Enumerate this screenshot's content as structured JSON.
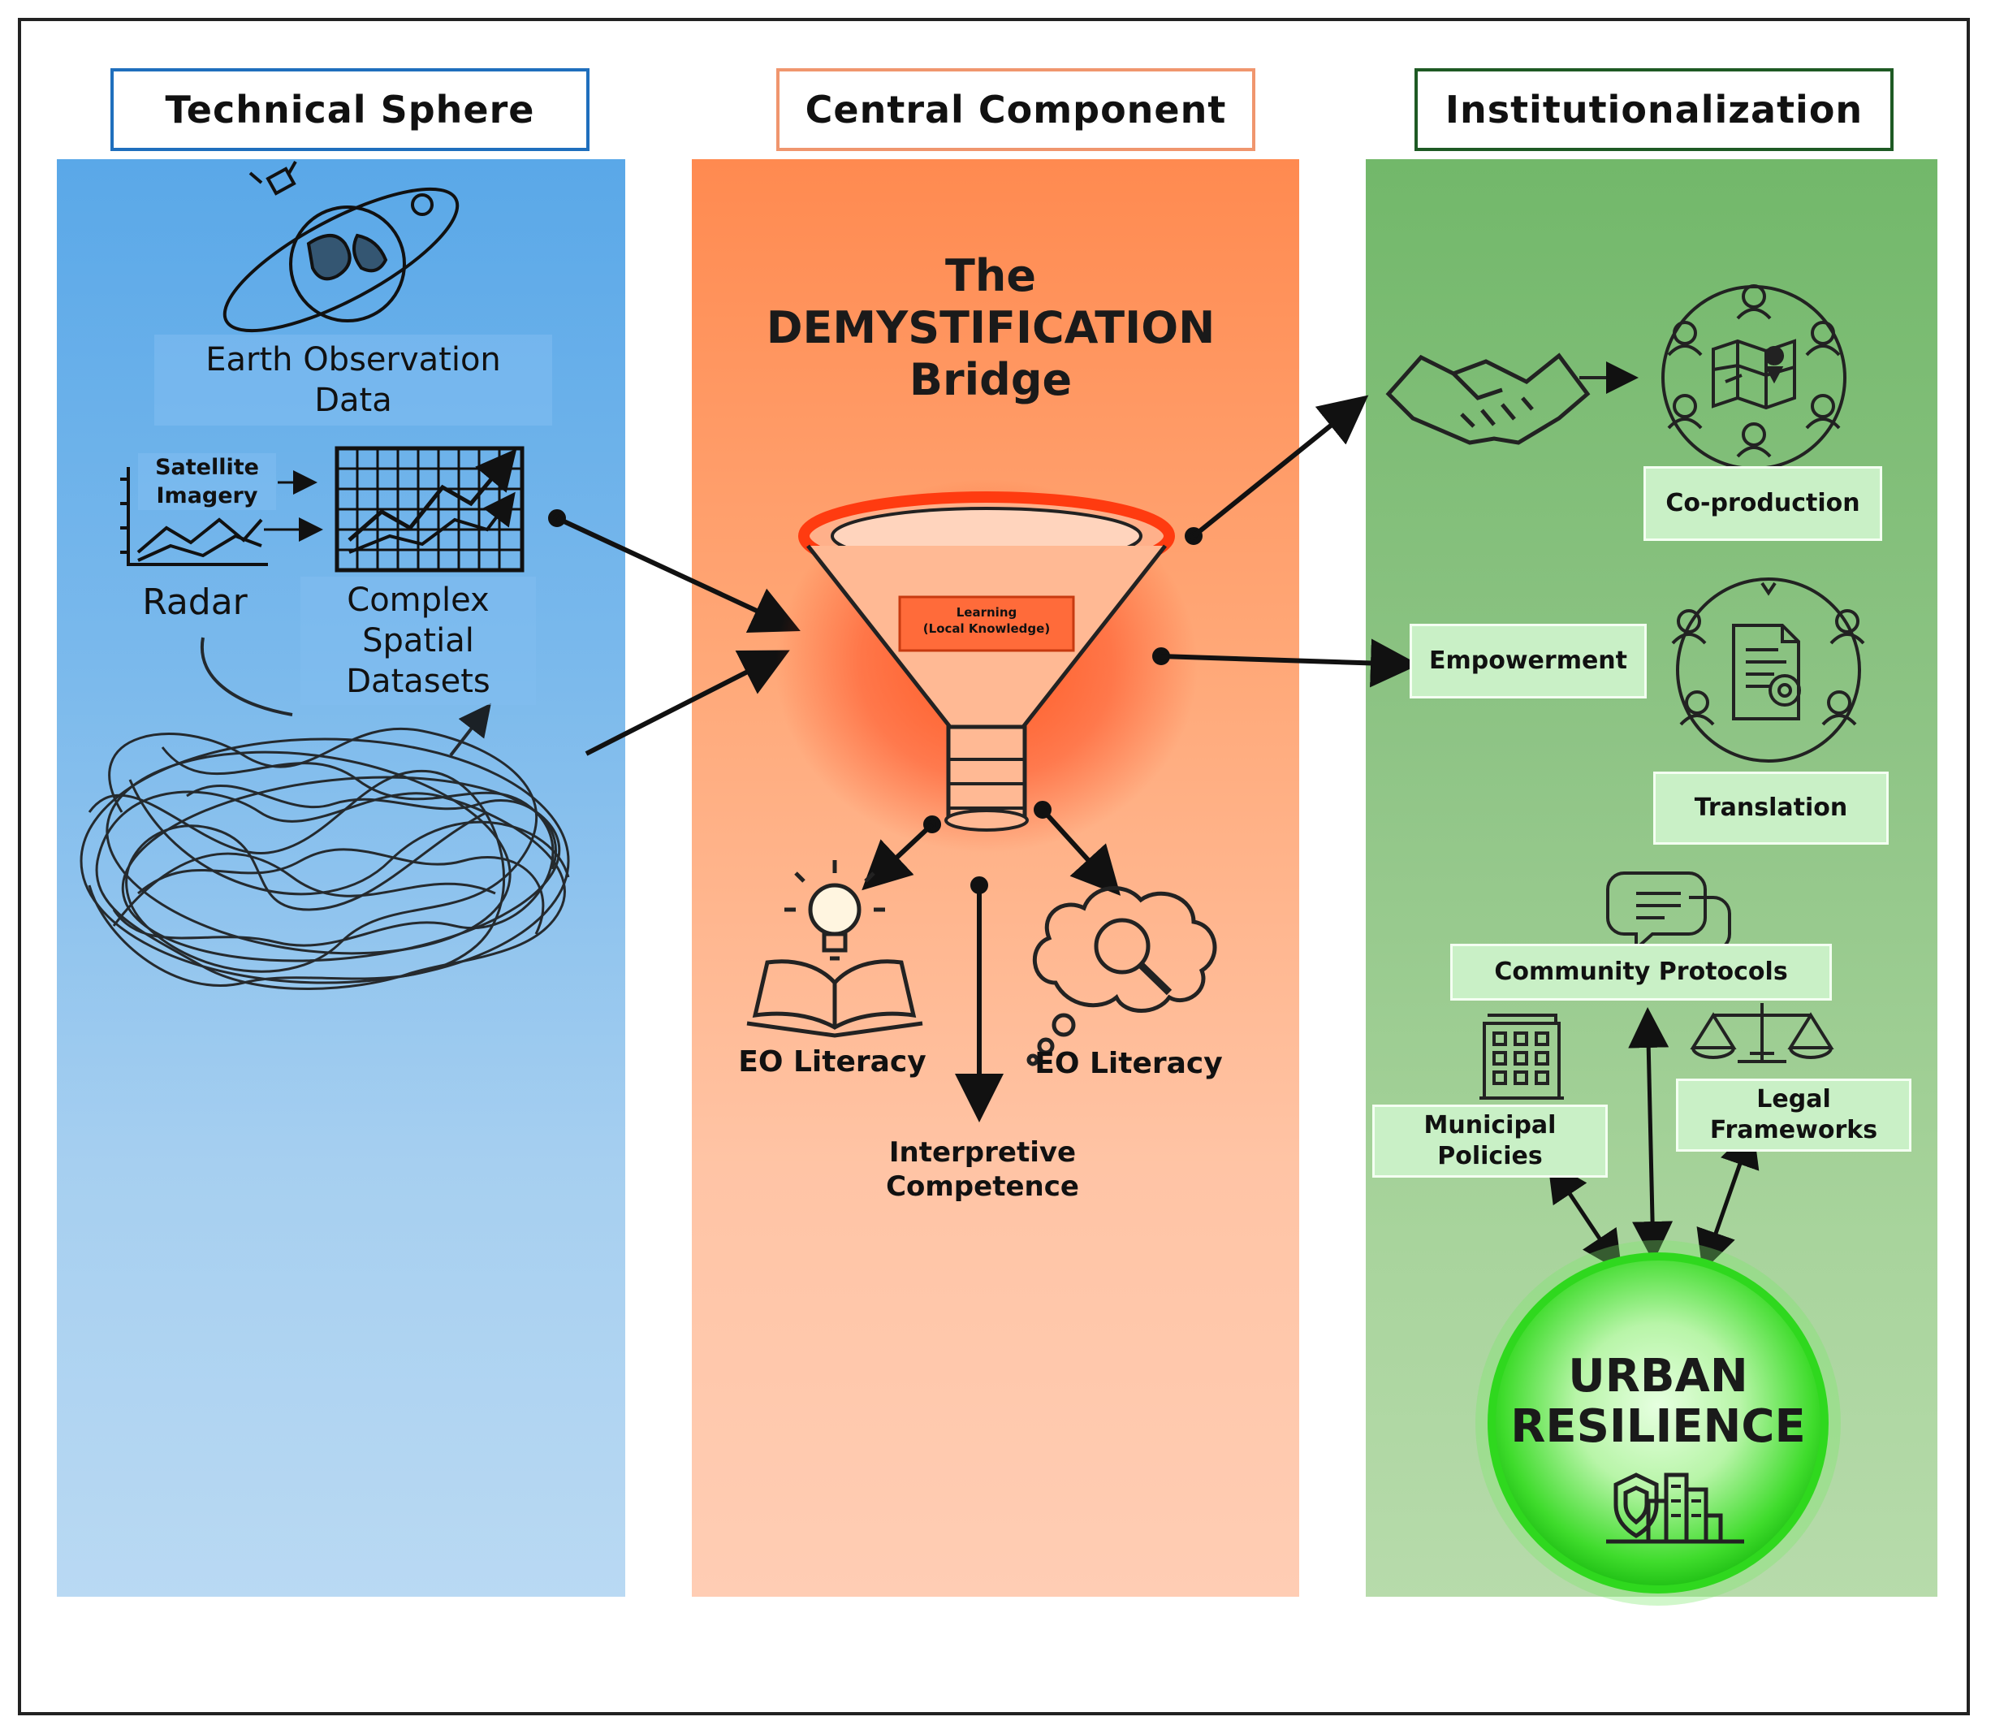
{
  "headers": {
    "technical": "Technical Sphere",
    "central": "Central Component",
    "institutional": "Institutionalization"
  },
  "colors": {
    "technical_border": "#1f6fbd",
    "central_border": "#f0966e",
    "institutional_border": "#1e5a24",
    "technical_column": "#6fb2ea",
    "central_column": "#ff9a66",
    "institutional_column": "#8ec485",
    "funnel_glow": "#ff3b10",
    "resilience_glow": "#2fe02a"
  },
  "technical": {
    "eo_data": [
      "Earth Observation",
      "Data"
    ],
    "satellite": [
      "Satellite",
      "Imagery"
    ],
    "radar": "Radar",
    "complex": [
      "Complex",
      "Spatial",
      "Datasets"
    ],
    "icons": [
      "satellite-orbit-icon",
      "line-chart-icon",
      "bar-chart-icon",
      "tangled-data-icon"
    ]
  },
  "central": {
    "title": [
      "The",
      "DEMYSTIFICATION",
      "Bridge"
    ],
    "funnel_label": [
      "Learning",
      "(Local Knowledge)"
    ],
    "eo_literacy_left": "EO Literacy",
    "eo_literacy_right": "EO Literacy",
    "interpretive": [
      "Interpretive",
      "Competence"
    ],
    "icons": [
      "funnel-icon",
      "book-lightbulb-icon",
      "thought-cloud-magnifier-icon"
    ]
  },
  "institutional": {
    "coproduction": "Co-production",
    "empowerment": "Empowerment",
    "translation": "Translation",
    "community_protocols": "Community Protocols",
    "municipal": [
      "Municipal",
      "Policies"
    ],
    "legal": [
      "Legal",
      "Frameworks"
    ],
    "urban_resilience": [
      "URBAN",
      "RESILIENCE"
    ],
    "icons": [
      "handshake-icon",
      "community-map-icon",
      "document-gear-icon",
      "speech-bubbles-icon",
      "building-icon",
      "scales-icon",
      "shield-city-icon"
    ]
  }
}
